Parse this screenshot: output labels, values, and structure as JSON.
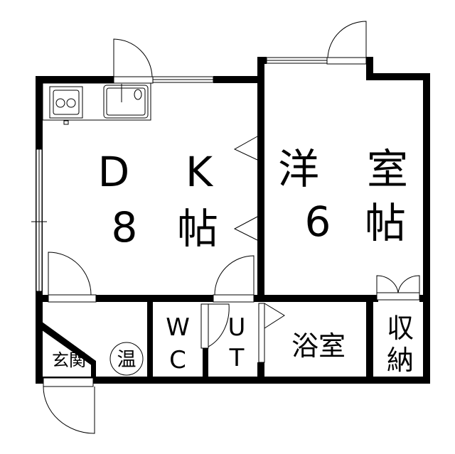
{
  "rooms": {
    "dk": {
      "name_left": "D",
      "name_right": "K",
      "size_num": "8",
      "size_unit": "帖"
    },
    "western": {
      "name_left": "洋",
      "name_right": "室",
      "size_num": "6",
      "size_unit": "帖"
    },
    "wc": {
      "line1": "W",
      "line2": "C"
    },
    "ut": {
      "line1": "U",
      "line2": "T"
    },
    "bath": {
      "label": "浴室"
    },
    "storage": {
      "line1": "収",
      "line2": "納"
    },
    "entrance": {
      "label": "玄関"
    },
    "water_heater": {
      "label": "温"
    }
  },
  "colors": {
    "wall": "#000000",
    "background": "#ffffff"
  }
}
